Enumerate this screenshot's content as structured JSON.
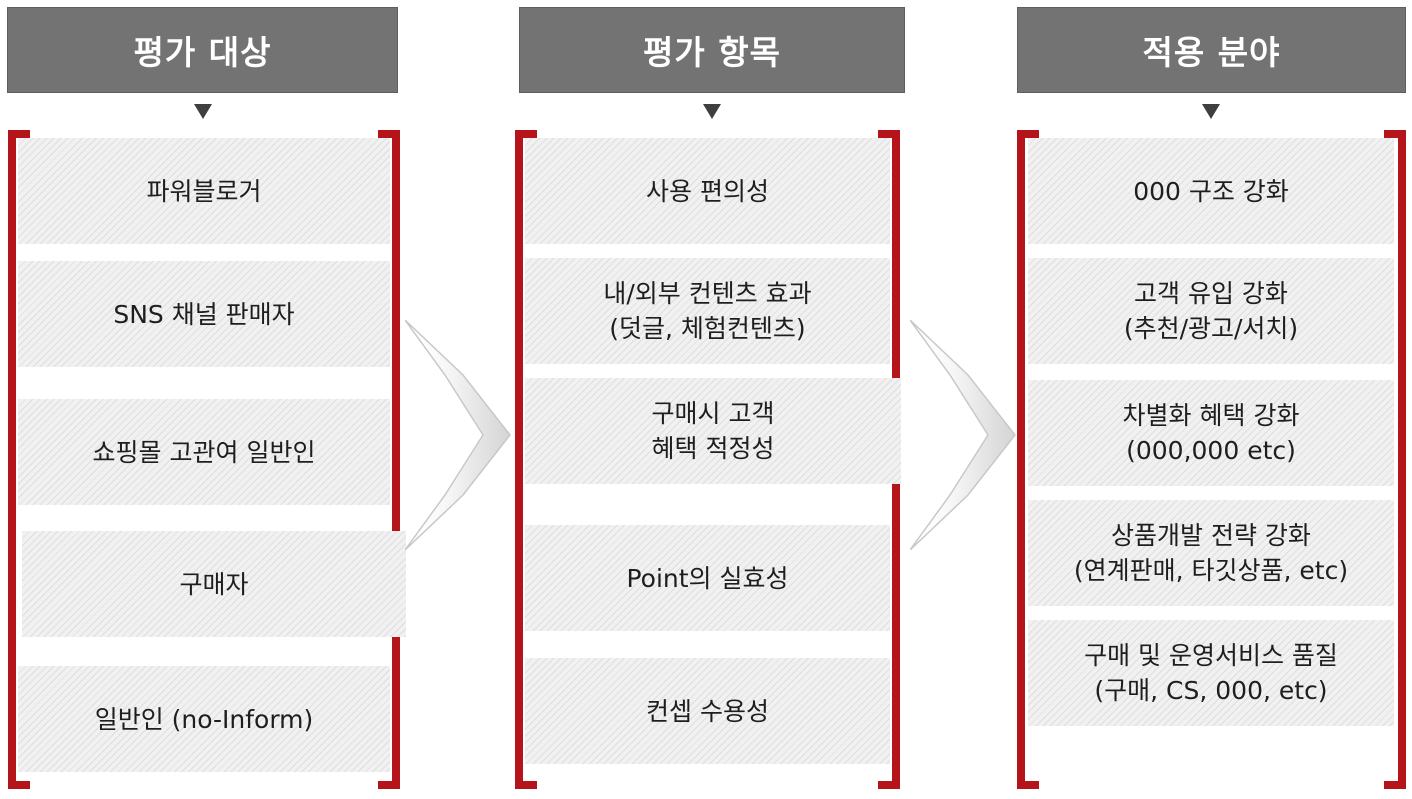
{
  "colors": {
    "header_bg": "#737373",
    "bracket": "#b5141b",
    "box_bg": "#f1f1f1"
  },
  "columns": [
    {
      "title": "평가 대상",
      "items": [
        "파워블로거",
        "SNS 채널 판매자",
        "쇼핑몰 고관여 일반인",
        "구매자",
        "일반인 (no-Inform)"
      ]
    },
    {
      "title": "평가 항목",
      "items": [
        "사용 편의성",
        "내/외부 컨텐츠 효과\n(덧글, 체험컨텐츠)",
        "구매시 고객\n혜택 적정성",
        "Point의 실효성",
        "컨셉 수용성"
      ]
    },
    {
      "title": "적용 분야",
      "items": [
        "000 구조 강화",
        "고객 유입 강화\n(추천/광고/서치)",
        "차별화 혜택 강화\n(000,000 etc)",
        "상품개발 전략 강화\n(연계판매, 타깃상품, etc)",
        "구매 및 운영서비스 품질\n(구매, CS, 000, etc)"
      ]
    }
  ],
  "icons": {
    "down_arrow": "triangle-down-icon",
    "flow_arrow": "chevron-right-arrow-icon"
  }
}
